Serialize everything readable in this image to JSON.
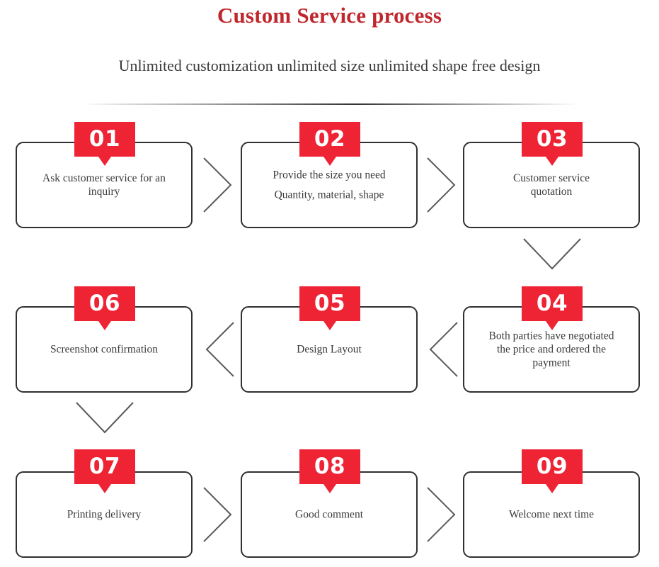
{
  "header": {
    "title": "Custom Service process",
    "subtitle": "Unlimited customization unlimited size unlimited shape free design"
  },
  "colors": {
    "title_red": "#C0272D",
    "badge_red": "#EE2435",
    "box_border": "#2f3033",
    "body_text": "#3b3b3b"
  },
  "steps": [
    {
      "number": "01",
      "lines": [
        "Ask customer service for an",
        "inquiry"
      ],
      "spacing": "tight"
    },
    {
      "number": "02",
      "lines": [
        "Provide the size you need",
        "Quantity, material, shape"
      ],
      "spacing": "loose"
    },
    {
      "number": "03",
      "lines": [
        "Customer service",
        "quotation"
      ],
      "spacing": "tight"
    },
    {
      "number": "04",
      "lines": [
        "Both parties have negotiated",
        "the price and ordered the",
        "payment"
      ],
      "spacing": "tight"
    },
    {
      "number": "05",
      "lines": [
        "Design Layout"
      ],
      "spacing": "tight"
    },
    {
      "number": "06",
      "lines": [
        "Screenshot confirmation"
      ],
      "spacing": "tight"
    },
    {
      "number": "07",
      "lines": [
        "Printing delivery"
      ],
      "spacing": "tight"
    },
    {
      "number": "08",
      "lines": [
        "Good comment"
      ],
      "spacing": "tight"
    },
    {
      "number": "09",
      "lines": [
        "Welcome next time"
      ],
      "spacing": "tight"
    }
  ],
  "connectors": [
    {
      "name": "connector-01-to-02",
      "direction": "right"
    },
    {
      "name": "connector-02-to-03",
      "direction": "right"
    },
    {
      "name": "connector-03-to-04",
      "direction": "down"
    },
    {
      "name": "connector-04-to-05",
      "direction": "left"
    },
    {
      "name": "connector-05-to-06",
      "direction": "left"
    },
    {
      "name": "connector-06-to-07",
      "direction": "down"
    },
    {
      "name": "connector-07-to-08",
      "direction": "right"
    },
    {
      "name": "connector-08-to-09",
      "direction": "right"
    }
  ]
}
